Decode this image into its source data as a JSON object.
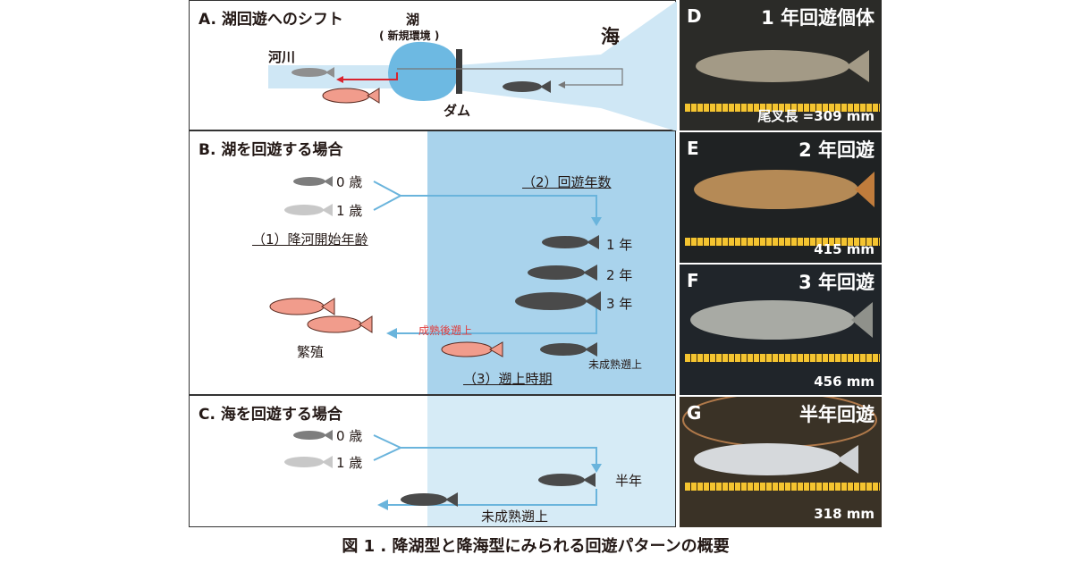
{
  "panel_a": {
    "title": "A. 湖回遊へのシフト",
    "lake": "湖",
    "lake_sub": "( 新規環境 )",
    "river": "河川",
    "sea": "海",
    "dam": "ダム"
  },
  "panel_b": {
    "title": "B. 湖を回遊する場合",
    "age0": "0 歳",
    "age1": "1 歳",
    "start_age": "（1）降河開始年齢",
    "years": "（2）回遊年数",
    "y1": "1 年",
    "y2": "2 年",
    "y3": "3 年",
    "mature_up": "成熟後遡上",
    "immature_up": "未成熟遡上",
    "breeding": "繁殖",
    "timing": "（3）遡上時期"
  },
  "panel_c": {
    "title": "C. 海を回遊する場合",
    "age0": "0 歳",
    "age1": "1 歳",
    "half_year": "半年",
    "immature_up": "未成熟遡上"
  },
  "photos": [
    {
      "letter": "D",
      "title": "1 年回遊個体",
      "size": "尾叉長 =309 mm"
    },
    {
      "letter": "E",
      "title": "2 年回遊",
      "size": "415 mm"
    },
    {
      "letter": "F",
      "title": "3 年回遊",
      "size": "456 mm"
    },
    {
      "letter": "G",
      "title": "半年回遊",
      "size": "318 mm"
    }
  ],
  "caption": "図 1 . 降湖型と降海型にみられる回遊パターンの概要",
  "colors": {
    "water": "#a9d3ec",
    "lake": "#6db9e2",
    "arrow": "#6ab4dc",
    "spawn_fish": "#f19c8c",
    "dark_fish": "#4a4a4a",
    "mature_label": "#e03c3c"
  }
}
